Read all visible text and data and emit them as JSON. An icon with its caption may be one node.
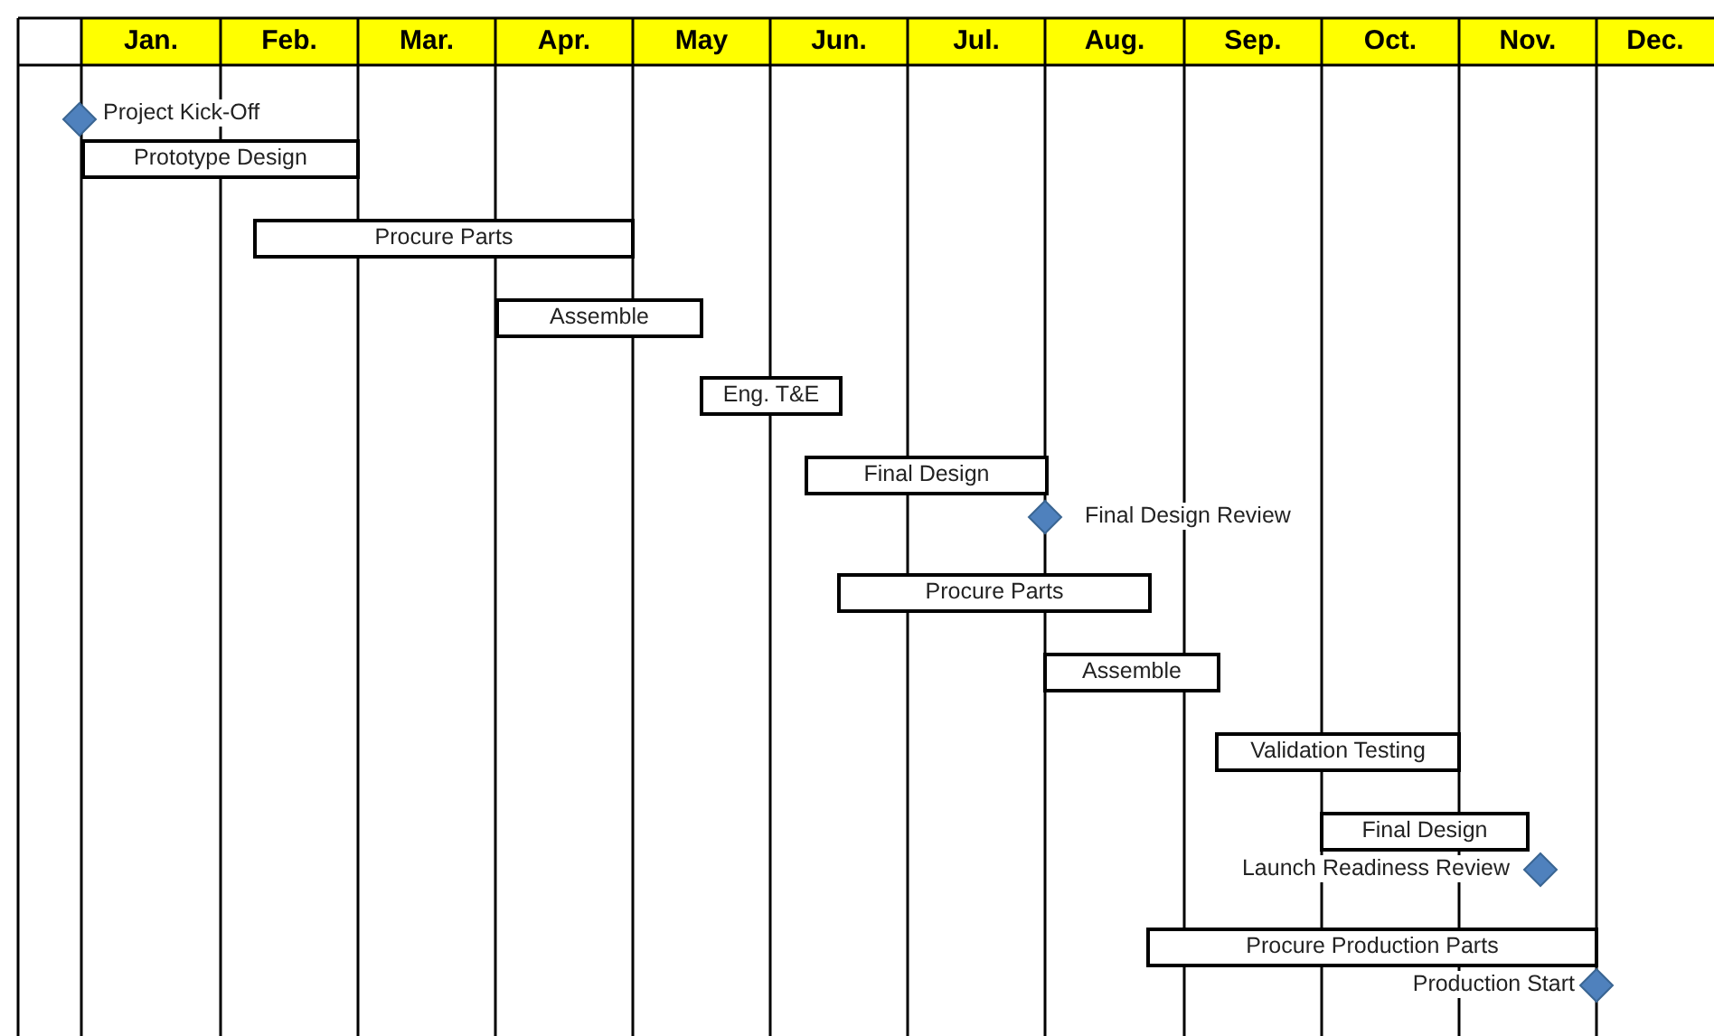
{
  "diagram": {
    "nodes": [
      {
        "text": [],
        "shape": "diamond",
        "beside": [
          "Project Kick-Off"
        ]
      },
      {
        "text": [
          "Prototype Design"
        ]
      },
      {
        "text": [
          "Procure Parts"
        ]
      },
      {
        "text": [
          "Assemble"
        ]
      },
      {
        "text": [
          "Eng. T&E"
        ]
      },
      {
        "text": [
          "Final Design"
        ]
      },
      {
        "text": [],
        "shape": "diamond",
        "beside": [
          "Final Design Review"
        ]
      },
      {
        "text": [
          "Procure Parts"
        ]
      },
      {
        "text": [
          "Assemble"
        ]
      },
      {
        "text": [
          "Validation Testing"
        ]
      },
      {
        "text": [
          "Final Design"
        ]
      },
      {
        "text": [],
        "shape": "diamond",
        "beside": [
          "Launch Readiness Review"
        ]
      },
      {
        "text": [
          "Procure Production Parts"
        ]
      },
      {
        "text": [],
        "shape": "diamond",
        "beside": [
          "Production Start"
        ]
      }
    ],
    "labels": [
      "Jan.",
      "Feb.",
      "Mar.",
      "Apr.",
      "May",
      "Jun.",
      "Jul.",
      "Aug.",
      "Sep.",
      "Oct.",
      "Nov.",
      "Dec."
    ]
  }
}
